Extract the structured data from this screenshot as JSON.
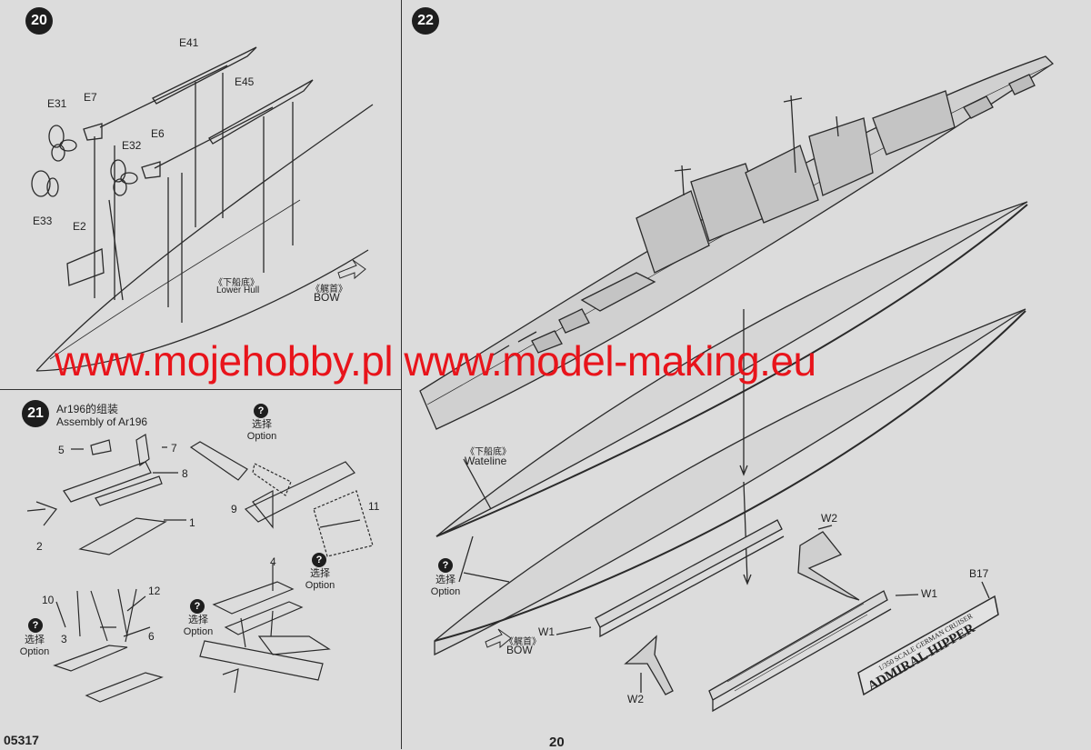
{
  "page": {
    "code": "05317",
    "number": "20",
    "watermark": "www.mojehobby.pl www.model-making.eu"
  },
  "step20": {
    "number": "20",
    "parts": [
      "E41",
      "E45",
      "E31",
      "E7",
      "E32",
      "E6",
      "E33",
      "E2"
    ],
    "bow_cn": "《艉首》",
    "bow": "BOW",
    "lower_hull_cn": "《下船底》",
    "lower_hull": "Lower Hull"
  },
  "step21": {
    "number": "21",
    "title_cn": "Ar196的组装",
    "title": "Assembly of Ar196",
    "part_numbers": [
      "5",
      "7",
      "8",
      "1",
      "2",
      "9",
      "11",
      "10",
      "12",
      "3",
      "6",
      "4"
    ],
    "option_cn": "选择",
    "option": "Option",
    "option_icon": "?"
  },
  "step22": {
    "number": "22",
    "wateline_cn": "《下船底》",
    "wateline": "Wateline",
    "option_cn": "选择",
    "option": "Option",
    "bow_cn": "《艉首》",
    "bow": "BOW",
    "parts": [
      "W2",
      "W1",
      "W1",
      "W2",
      "B17"
    ],
    "plate_line1": "1/350 SCALE GERMAN CRUISER",
    "plate_line2": "ADMIRAL HIPPER"
  },
  "colors": {
    "paper": "#dcdcdc",
    "ink": "#222222",
    "watermark": "#e8141b"
  }
}
